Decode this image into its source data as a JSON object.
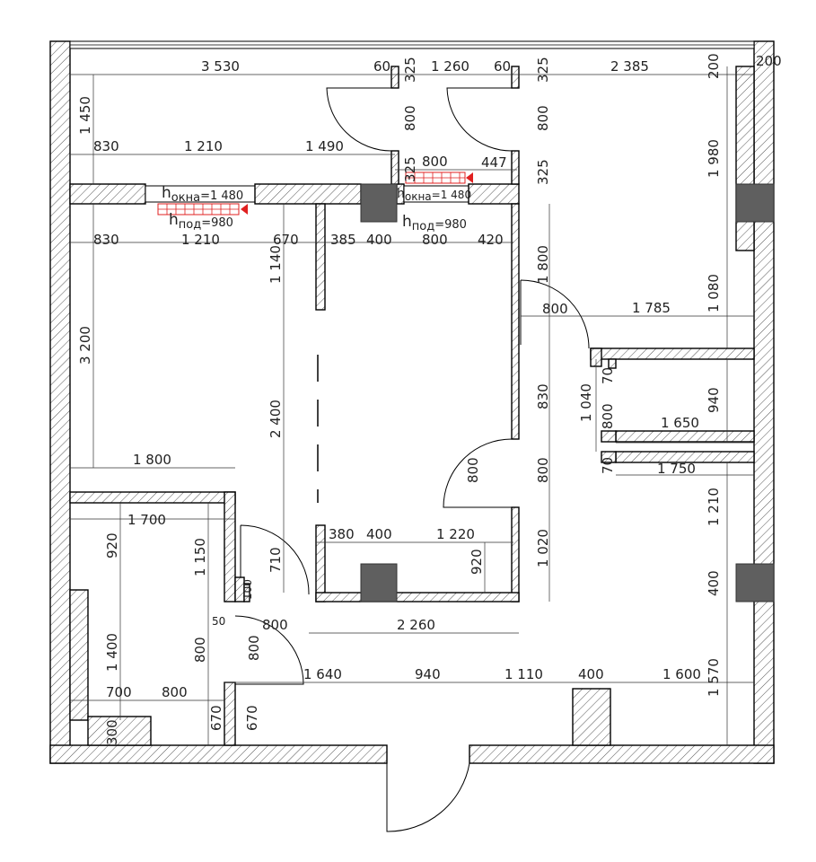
{
  "plan": {
    "labels": {
      "top_3530": "3 530",
      "top_60a": "60",
      "top_325a": "325",
      "top_1260": "1 260",
      "top_60b": "60",
      "top_325b": "325",
      "top_2385": "2 385",
      "top_200a": "200",
      "top_200b": "200",
      "v_1450": "1 450",
      "v_800a": "800",
      "v_800b": "800",
      "v_1980": "1 980",
      "r2_830": "830",
      "r2_1210": "1 210",
      "r2_1490": "1 490",
      "r2_325": "325",
      "r2_800": "800",
      "r2_447": "447",
      "r2_325b": "325",
      "r3_830": "830",
      "r3_1210": "1 210",
      "r3_670": "670",
      "r3_385": "385",
      "r3_400": "400",
      "r3_800": "800",
      "r3_420": "420",
      "v_1140": "1 140",
      "v_1800": "1 800",
      "v_1080": "1 080",
      "h_800door": "800",
      "h_1785": "1 785",
      "v_3200": "3 200",
      "v_2400": "2 400",
      "v_830": "830",
      "v_1040": "1 040",
      "v_70a": "70",
      "v_800c": "800",
      "h_1650": "1 650",
      "v_940": "940",
      "v_800d": "800",
      "v_800e": "800",
      "v_70b": "70",
      "h_1750": "1 750",
      "h_1800": "1 800",
      "h_1700": "1 700",
      "v_920a": "920",
      "v_1150": "1 150",
      "v_710": "710",
      "v_100": "100",
      "h_380": "380",
      "h_400b": "400",
      "h_1220": "1 220",
      "v_920b": "920",
      "v_1020": "1 020",
      "v_1210": "1 210",
      "v_400": "400",
      "h_50": "50",
      "h_800f": "800",
      "h_2260": "2 260",
      "v_1400": "1 400",
      "v_800g": "800",
      "v_800h": "800",
      "h_1640": "1 640",
      "h_940": "940",
      "h_1110": "1 110",
      "h_400c": "400",
      "h_1600": "1 600",
      "v_1570": "1 570",
      "h_700": "700",
      "h_800i": "800",
      "v_670a": "670",
      "v_670b": "670",
      "v_300": "300"
    },
    "windows": {
      "w1_h": "h",
      "w1_sub": "окна",
      "w1_val": "=1 480",
      "w1_h2": "h",
      "w1_sub2": "под",
      "w1_val2": "=980",
      "w2_h": "h",
      "w2_sub": "окна",
      "w2_val": "=1 480",
      "w2_h2": "h",
      "w2_sub2": "под",
      "w2_val2": "=980"
    },
    "colors": {
      "wall_stroke": "#000000",
      "column_fill": "#5f5f5f",
      "radiator": "#e02020"
    }
  }
}
